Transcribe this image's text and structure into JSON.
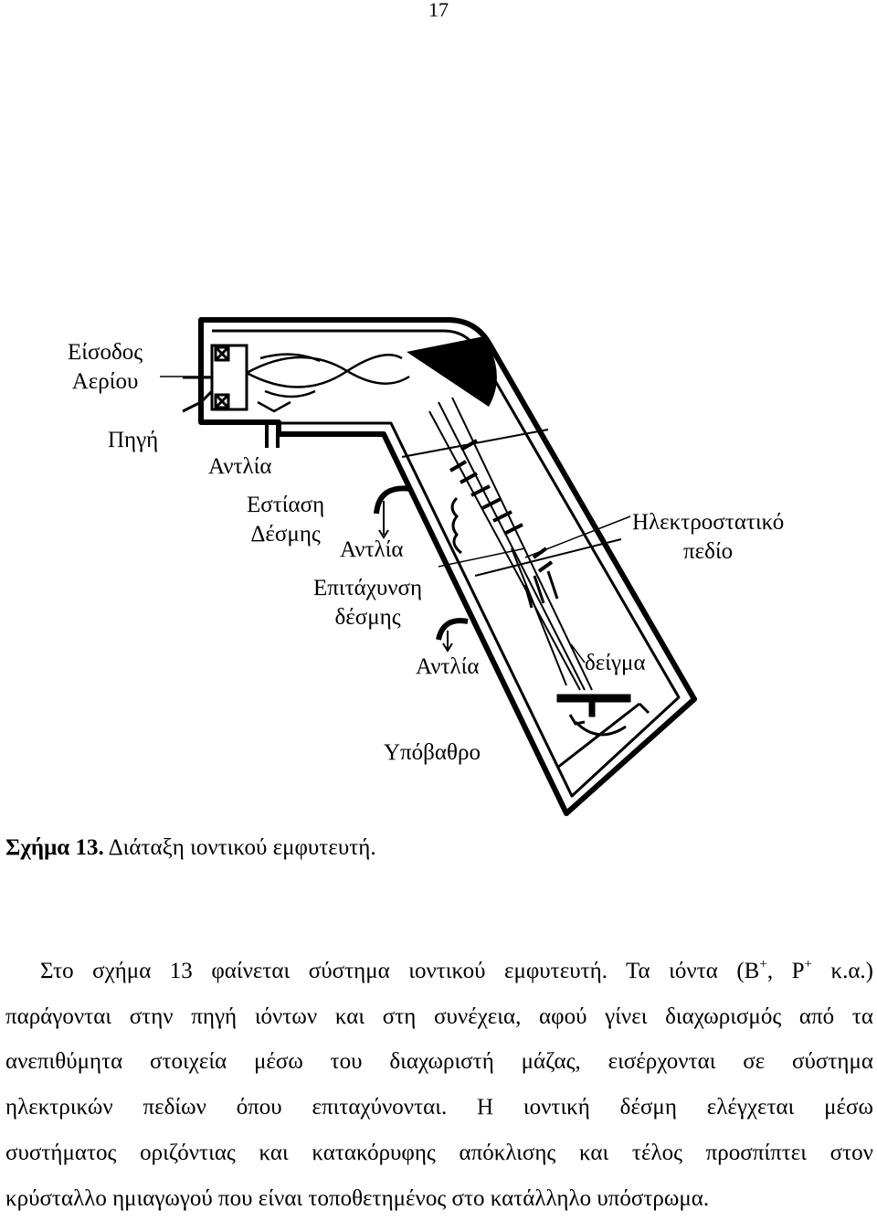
{
  "page": {
    "number": "17"
  },
  "figure": {
    "labels": {
      "gas_inlet_1": "Είσοδος",
      "gas_inlet_2": "Αερίου",
      "source": "Πηγή",
      "pump_1": "Αντλία",
      "focus_1": "Εστίαση",
      "focus_2": "Δέσμης",
      "pump_2": "Αντλία",
      "accel_1": "Επιτάχυνση",
      "accel_2": "δέσμης",
      "pump_3": "Αντλία",
      "field_1": "Ηλεκτροστατικό",
      "field_2": "πεδίο",
      "sample": "δείγμα",
      "substrate": "Υπόβαθρο"
    }
  },
  "caption": {
    "prefix": "Σχήμα 13.",
    "text": " Διάταξη ιοντικού εμφυτευτή."
  },
  "paragraph": {
    "line1_a": "Στο σχήμα 13 φαίνεται σύστημα ιοντικού εμφυτευτή. Τα ιόντα (B",
    "sup1": "+",
    "line1_b": ", P",
    "sup2": "+",
    "line1_c": " κ.α.)",
    "line2": "παράγονται στην πηγή ιόντων και στη συνέχεια, αφού γίνει διαχωρισμός από τα",
    "line3": "ανεπιθύμητα στοιχεία μέσω του διαχωριστή μάζας, εισέρχονται σε σύστημα",
    "line4": "ηλεκτρικών πεδίων όπου επιταχύνονται. Η ιοντική δέσμη ελέγχεται μέσω",
    "line5": "συστήματος οριζόντιας και κατακόρυφης απόκλισης και τέλος προσπίπτει στον",
    "line6": "κρύσταλλο ημιαγωγού που είναι τοποθετημένος στο κατάλληλο υπόστρωμα."
  }
}
